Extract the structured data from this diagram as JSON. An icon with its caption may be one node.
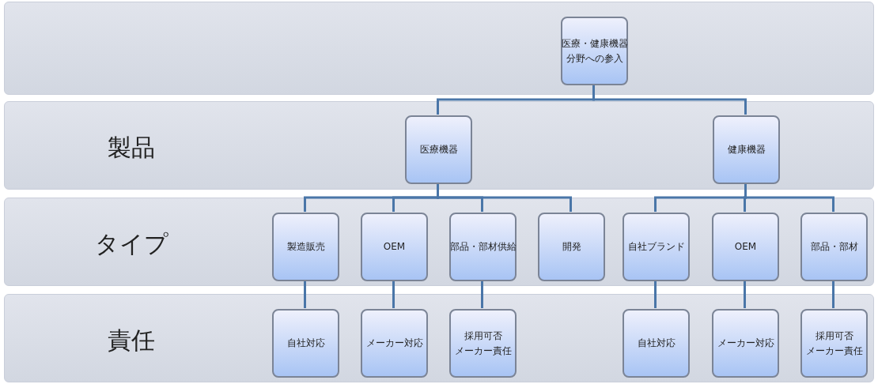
{
  "diagram": {
    "nodes": [
      {
        "text": [],
        "shape": "band"
      },
      {
        "text": [
          "医療・健康機器分野への参入"
        ],
        "in": 0
      },
      {
        "text": [
          "製品"
        ]
      },
      {
        "text": [
          "医療機器"
        ],
        "in": 2
      },
      {
        "text": [
          "健康機器"
        ],
        "in": 2
      },
      {
        "text": [
          "タイプ"
        ]
      },
      {
        "text": [
          "製造販売"
        ],
        "in": 5
      },
      {
        "text": [
          "OEM"
        ],
        "in": 5
      },
      {
        "text": [
          "部品・部材供給"
        ],
        "in": 5
      },
      {
        "text": [
          "開発"
        ],
        "in": 5
      },
      {
        "text": [
          "自社ブランド"
        ],
        "in": 5
      },
      {
        "text": [
          "OEM"
        ],
        "in": 5
      },
      {
        "text": [
          "部品・部材"
        ],
        "in": 5
      },
      {
        "text": [
          "責任"
        ]
      },
      {
        "text": [
          "自社対応"
        ],
        "in": 13
      },
      {
        "text": [
          "メーカー対応"
        ],
        "in": 13
      },
      {
        "text": [
          "採用可否メーカー責任"
        ],
        "in": 13
      },
      {
        "text": [
          "自社対応"
        ],
        "in": 13
      },
      {
        "text": [
          "メーカー対応"
        ],
        "in": 13
      },
      {
        "text": [
          "採用可否メーカー責任"
        ],
        "in": 13
      }
    ],
    "edges": [
      {
        "from": 1,
        "to": 3,
        "arrow": "none"
      },
      {
        "from": 1,
        "to": 4,
        "arrow": "none"
      },
      {
        "from": 3,
        "to": 6,
        "arrow": "none"
      },
      {
        "from": 3,
        "to": 7,
        "arrow": "none"
      },
      {
        "from": 3,
        "to": 8,
        "arrow": "none"
      },
      {
        "from": 3,
        "to": 9,
        "arrow": "none"
      },
      {
        "from": 4,
        "to": 10,
        "arrow": "none"
      },
      {
        "from": 4,
        "to": 11,
        "arrow": "none"
      },
      {
        "from": 4,
        "to": 12,
        "arrow": "none"
      },
      {
        "from": 6,
        "to": 14,
        "arrow": "none"
      },
      {
        "from": 7,
        "to": 15,
        "arrow": "none"
      },
      {
        "from": 8,
        "to": 16,
        "arrow": "none"
      },
      {
        "from": 10,
        "to": 17,
        "arrow": "none"
      },
      {
        "from": 11,
        "to": 18,
        "arrow": "none"
      },
      {
        "from": 12,
        "to": 19,
        "arrow": "none"
      }
    ]
  }
}
